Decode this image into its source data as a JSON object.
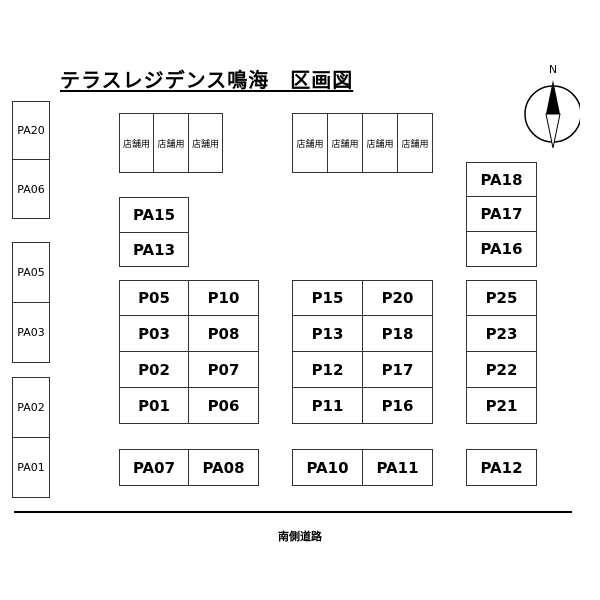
{
  "title": "テラスレジデンス鳴海　区画図",
  "compass": {
    "north_label": "N"
  },
  "road_label": "南側道路",
  "shop_blocks": {
    "left": [
      "店舗用",
      "店舗用",
      "店舗用"
    ],
    "right": [
      "店舗用",
      "店舗用",
      "店舗用",
      "店舗用"
    ]
  },
  "edge_spaces": {
    "group1": [
      "PA20",
      "PA06"
    ],
    "group2": [
      "PA05",
      "PA03"
    ],
    "group3": [
      "PA02",
      "PA01"
    ]
  },
  "pa_upper_left": [
    "PA15",
    "PA13"
  ],
  "pa_upper_right": [
    "PA18",
    "PA17",
    "PA16"
  ],
  "block_left": {
    "col1": [
      "P05",
      "P03",
      "P02",
      "P01"
    ],
    "col2": [
      "P10",
      "P08",
      "P07",
      "P06"
    ]
  },
  "block_mid": {
    "col1": [
      "P15",
      "P13",
      "P12",
      "P11"
    ],
    "col2": [
      "P20",
      "P18",
      "P17",
      "P16"
    ]
  },
  "block_right": [
    "P25",
    "P23",
    "P22",
    "P21"
  ],
  "bottom_row": {
    "left": [
      "PA07",
      "PA08"
    ],
    "mid": [
      "PA10",
      "PA11"
    ],
    "right": [
      "PA12"
    ]
  }
}
